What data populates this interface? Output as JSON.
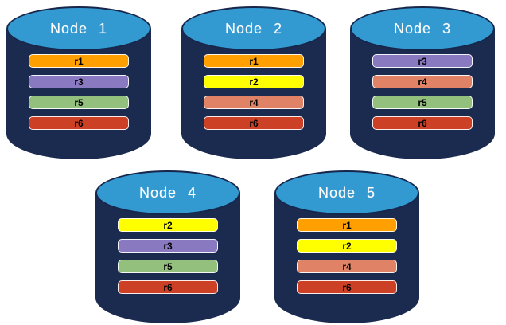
{
  "diagram": {
    "title": "",
    "background_color": "#FFFFFF",
    "cylinder": {
      "body_color": "#1B2A4F",
      "top_color": "#3399D1",
      "top_border_color": "#17264B",
      "label_color": "#FFFFFF"
    },
    "bar_text_color": "#000000",
    "replica_colors": {
      "r1": "#FFA000",
      "r2": "#FFFF00",
      "r3": "#8979C1",
      "r4": "#E08266",
      "r5": "#93C07D",
      "r6": "#CC4125"
    },
    "nodes": [
      {
        "label": "Node 1",
        "replicas": [
          "r1",
          "r3",
          "r5",
          "r6"
        ]
      },
      {
        "label": "Node 2",
        "replicas": [
          "r1",
          "r2",
          "r4",
          "r6"
        ]
      },
      {
        "label": "Node 3",
        "replicas": [
          "r3",
          "r4",
          "r5",
          "r6"
        ]
      },
      {
        "label": "Node 4",
        "replicas": [
          "r2",
          "r3",
          "r5",
          "r6"
        ]
      },
      {
        "label": "Node 5",
        "replicas": [
          "r1",
          "r2",
          "r4",
          "r6"
        ]
      }
    ],
    "rows": [
      [
        "Node 1",
        "Node 2",
        "Node 3"
      ],
      [
        "Node 4",
        "Node 5"
      ]
    ]
  }
}
